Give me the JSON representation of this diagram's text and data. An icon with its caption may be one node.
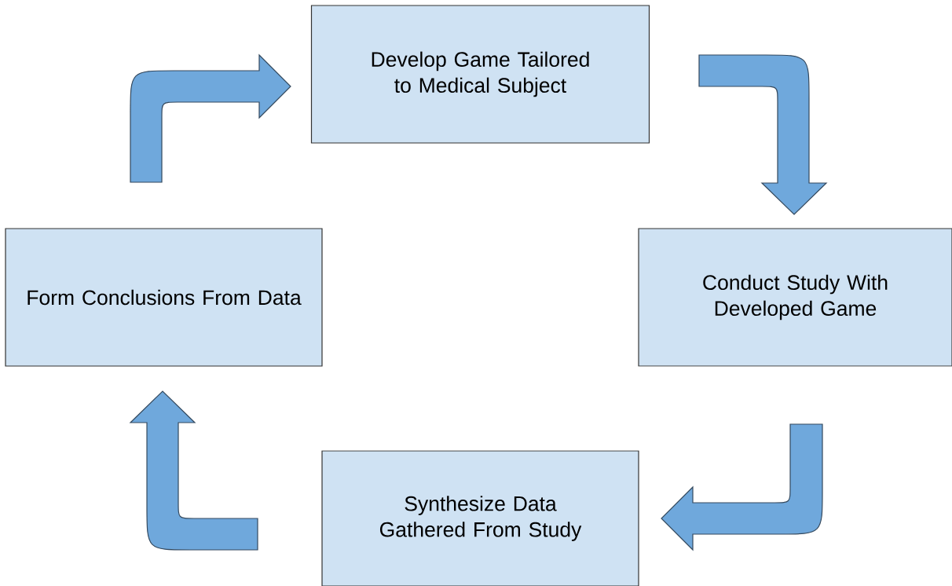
{
  "diagram": {
    "nodes": [
      {
        "text": [
          "Develop Game Tailored to Medical Subject"
        ]
      },
      {
        "text": [
          "Conduct Study With Developed Game"
        ]
      },
      {
        "text": [
          "Synthesize Data Gathered From Study"
        ]
      },
      {
        "text": [
          "Form Conclusions From Data"
        ]
      }
    ],
    "edges": [
      {
        "from": 3,
        "to": 0,
        "arrow": "to"
      },
      {
        "from": 0,
        "to": 1,
        "arrow": "to"
      },
      {
        "from": 1,
        "to": 2,
        "arrow": "to"
      },
      {
        "from": 2,
        "to": 3,
        "arrow": "to"
      }
    ]
  }
}
